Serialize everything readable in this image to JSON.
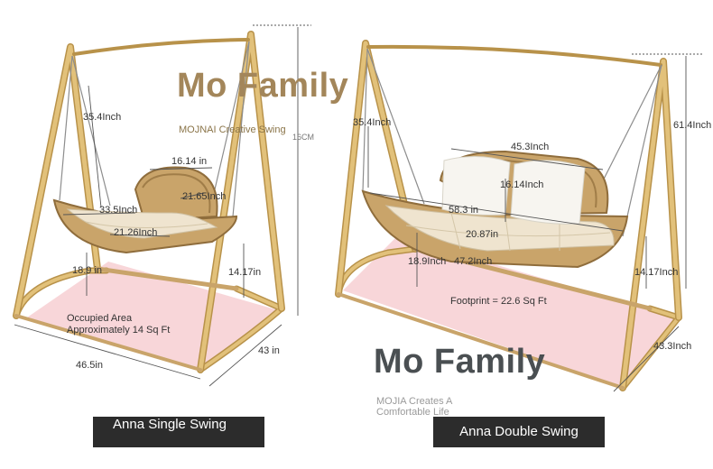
{
  "branding": {
    "name_top": "Mo Family",
    "tagline_top": "MOJNAI Creative Swing",
    "name_bottom": "Mo Family",
    "tagline_bottom": "MOJIA Creates A Comfortable Life"
  },
  "single_swing": {
    "caption": "Anna Single Swing",
    "height_partial": "16CM",
    "dims": {
      "rope_length": "35.4Inch",
      "seat_depth": "16.14 in",
      "back_width": "21.65Inch",
      "seat_width": "33.5Inch",
      "seat_length": "21.26Inch",
      "seat_height": "18.9 in",
      "base_height": "14.17in",
      "area_label": "Occupied Area",
      "area_value": "Approximately 14 Sq Ft",
      "frame_width": "46.5in",
      "frame_depth": "43 in"
    }
  },
  "double_swing": {
    "caption": "Anna Double Swing",
    "dims": {
      "rope_length": "35.4Inch",
      "top_width": "45.3Inch",
      "frame_height": "61.4Inch",
      "back_height": "16.14Inch",
      "seat_width": "58.3 in",
      "seat_depth": "20.87in",
      "seat_height": "18.9Inch",
      "seat_length": "47.2Inch",
      "base_height": "14.17Inch",
      "footprint": "Footprint = 22.6 Sq Ft",
      "frame_depth": "43.3Inch"
    }
  },
  "colors": {
    "frame": "#d9b46a",
    "frame_dark": "#b8924a",
    "rattan": "#c9a46a",
    "cushion": "#efe4cf",
    "pillow": "#f7f5f0",
    "floor": "#f7cfd2",
    "dim_line": "#555555"
  }
}
